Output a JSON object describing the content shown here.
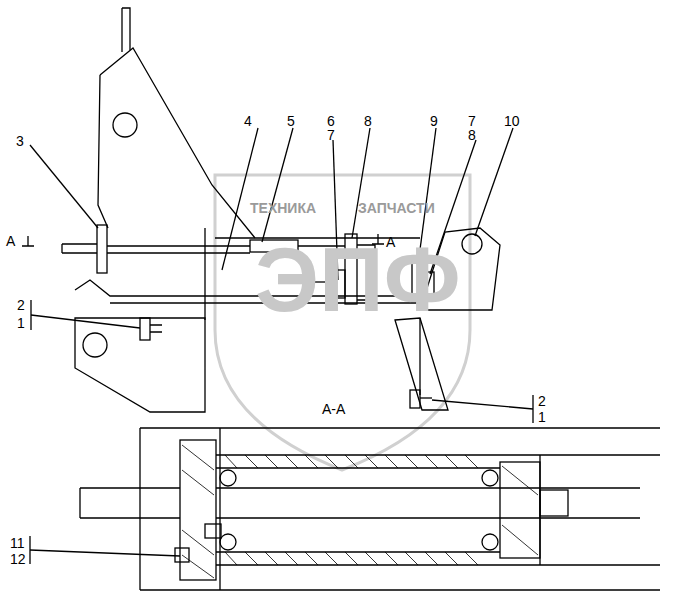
{
  "diagram": {
    "labels": [
      "3",
      "4",
      "5",
      "6",
      "7",
      "8",
      "9",
      "7",
      "8",
      "10",
      "A",
      "A",
      "2",
      "1",
      "2",
      "1",
      "A-A",
      "11",
      "12",
      "ТЕХНИКА",
      "ЗАПЧАСТИ",
      "ЭПФ"
    ]
  }
}
